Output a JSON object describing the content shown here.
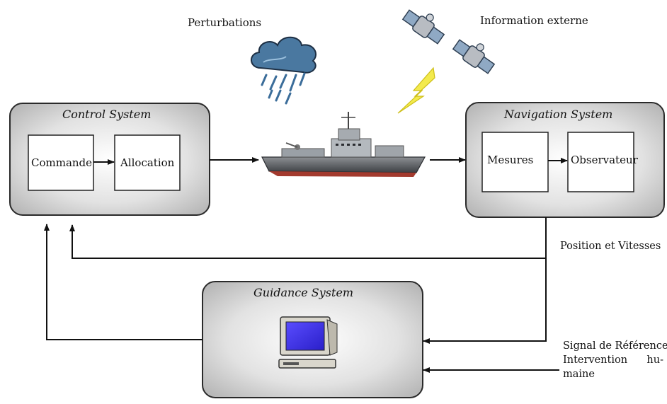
{
  "labels": {
    "perturbations": "Perturbations",
    "external_info": "Information externe",
    "position_speeds": "Position et Vitesses",
    "reference_signal": "Signal de Référence",
    "human_intervention_1": "Intervention",
    "human_intervention_2": "hu-",
    "human_intervention_3": "maine"
  },
  "control_system": {
    "title": "Control System",
    "blocks": [
      "Commande",
      "Allocation"
    ]
  },
  "navigation_system": {
    "title": "Navigation System",
    "blocks": [
      "Mesures",
      "Observateur"
    ]
  },
  "guidance_system": {
    "title": "Guidance System"
  },
  "icons": {
    "weather": "rain-cloud-icon",
    "satellite": "satellite-icon",
    "signal": "lightning-bolt-icon",
    "vessel": "warship-icon",
    "computer": "computer-icon"
  },
  "colors": {
    "panel_fill": "#d2d2d2",
    "panel_border": "#2a2a2a",
    "line": "#111111",
    "bolt": "#f2e83a",
    "cloud": "#3f6a8f"
  }
}
